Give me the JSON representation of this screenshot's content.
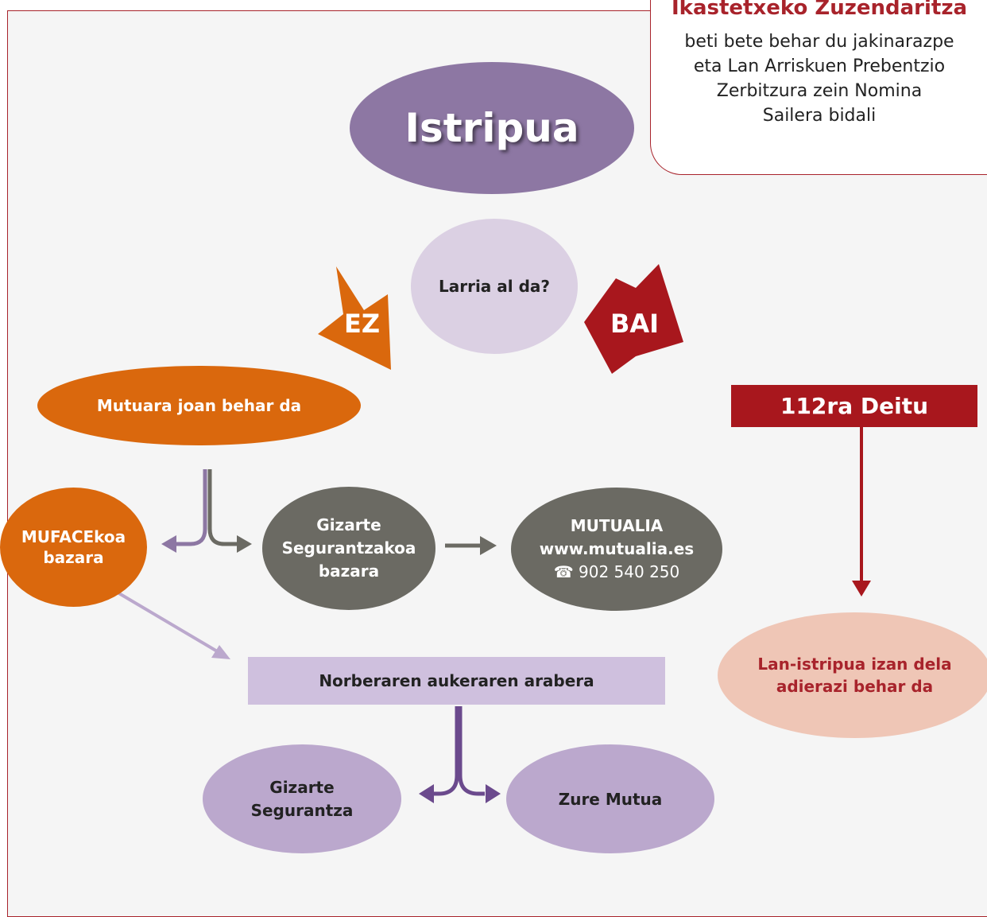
{
  "note": {
    "title": "Ikastetxeko Zuzendaritza",
    "lines": [
      "beti bete behar du jakinarazpe",
      "eta Lan Arriskuen Prebentzio",
      "Zerbitzura zein Nomina",
      "Sailera bidali"
    ]
  },
  "nodes": {
    "istripua": "Istripua",
    "larria": "Larria al da?",
    "ez": "EZ",
    "bai": "BAI",
    "mutuara": "Mutuara joan behar da",
    "mufaceko": [
      "MUFACEkoa",
      "bazara"
    ],
    "gizarte_segurantzakoa": [
      "Gizarte",
      "Segurantzakoa",
      "bazara"
    ],
    "mutualia": {
      "name": "MUTUALIA",
      "web": "www.mutualia.es",
      "phone_icon": "☎",
      "phone": "902 540 250"
    },
    "norbera": "Norberaren aukeraren arabera",
    "gizarte_segurantza": [
      "Gizarte",
      "Segurantza"
    ],
    "zure_mutua": "Zure Mutua",
    "deitu": "112ra Deitu",
    "lan_istripua": [
      "Lan-istripua izan dela",
      "adierazi behar da"
    ]
  },
  "colors": {
    "frame": "#a8232b",
    "istripua": "#8d77a3",
    "larria": "#dbd0e3",
    "orange": "#da680d",
    "gray": "#6b6a63",
    "purple_light": "#cfc0de",
    "purple_mid": "#bba8cd",
    "red": "#a8171d",
    "pink": "#efc6b6"
  }
}
